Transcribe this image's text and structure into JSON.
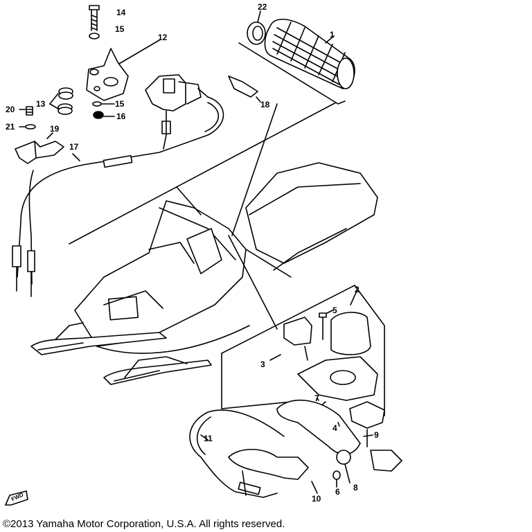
{
  "callouts": {
    "c1": "1",
    "c2": "2",
    "c3": "3",
    "c4": "4",
    "c5": "5",
    "c6": "6",
    "c7": "7",
    "c8": "8",
    "c9": "9",
    "c10": "10",
    "c11": "11",
    "c12": "12",
    "c13": "13",
    "c14": "14",
    "c15a": "15",
    "c15b": "15",
    "c16": "16",
    "c17": "17",
    "c18": "18",
    "c19": "19",
    "c20": "20",
    "c21": "21",
    "c22": "22"
  },
  "fwd_label": "FWD",
  "copyright": "©2013 Yamaha Motor Corporation, U.S.A. All rights reserved."
}
